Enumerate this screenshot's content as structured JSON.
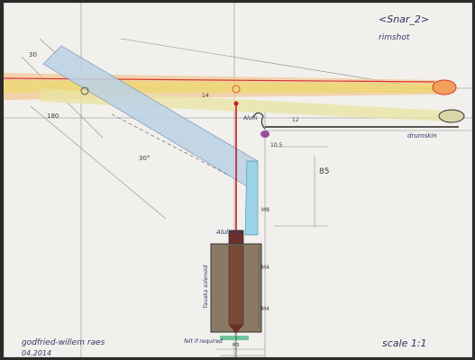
{
  "title": "<Snar_2>",
  "subtitle": "rimshot",
  "scale": "scale 1:1",
  "author": "godfried-willem raes",
  "date": "04.2014",
  "drumskin_label": "drumskin",
  "solenoid_label": "Tauaka solenoid",
  "alum_label": "Alum",
  "aluminium_label": "Aluluma",
  "felt_label": "felt if required",
  "bolt_label": "M8",
  "nut_top_label": "M4",
  "nut_bottom_label": "M4",
  "bottom_label": "M3",
  "dimensions": {
    "d_30": "30",
    "d_180": "180",
    "d_14": "14",
    "d_12": "12",
    "d_105": "10.5",
    "d_85": "85",
    "angle": "30°"
  },
  "colors": {
    "paper": "#f1f0ec",
    "arm_blue": "#bcd2e6",
    "stick_yellow": "#ecd86a",
    "stick_orange": "#f2a15a",
    "stick_red": "#d8372a",
    "rod_red": "#c81e1e",
    "solenoid_body": "#8a7a64",
    "solenoid_core": "#6d2f2a",
    "cyan_block": "#9ad3e8",
    "felt_green": "#6ec49a",
    "ink": "#2f3566"
  }
}
